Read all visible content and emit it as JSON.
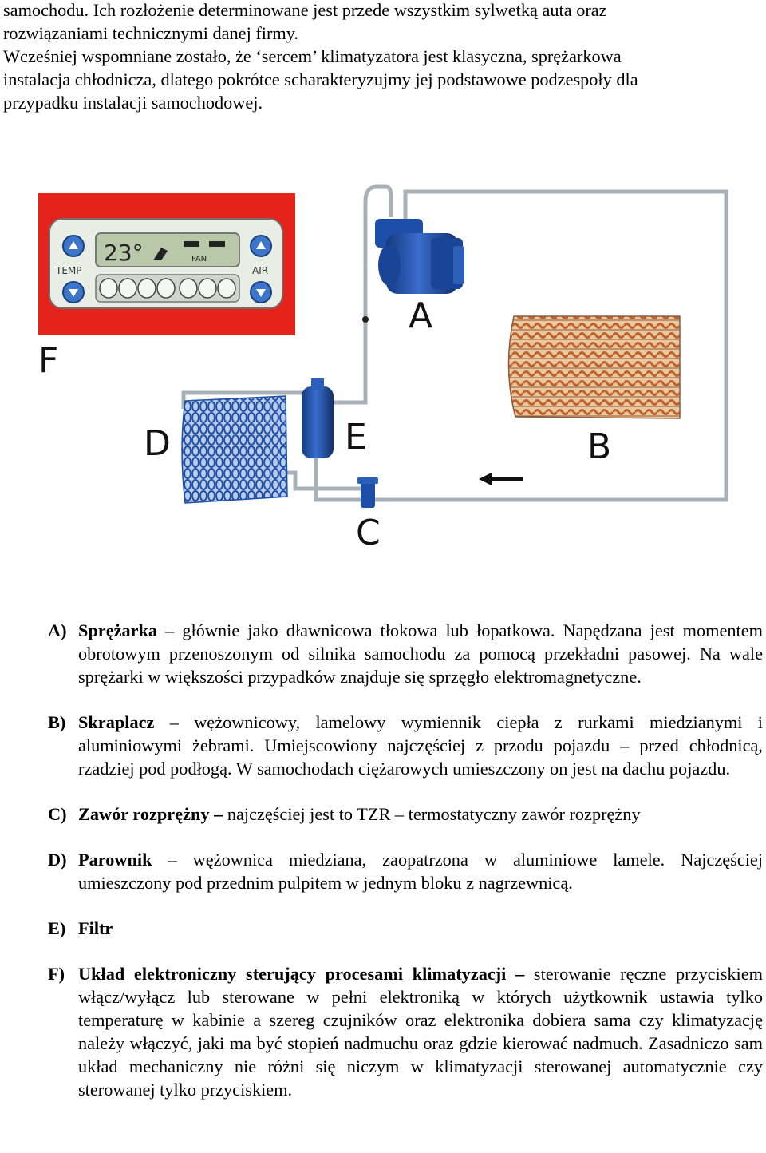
{
  "intro": {
    "lines": [
      "samochodu. Ich rozłożenie determinowane jest przede wszystkim sylwetką auta oraz",
      "rozwiązaniami technicznymi danej firmy.",
      "Wcześniej wspomniane zostało, że ‘sercem’ klimatyzatora jest klasyczna, sprężarkowa",
      "instalacja chłodnicza, dlatego pokrótce scharakteryzujmy jej podstawowe podzespoły dla",
      "przypadku instalacji samochodowej."
    ]
  },
  "figure": {
    "panel": {
      "display_temp": "23°",
      "fan_label": "FAN",
      "left_label": "TEMP",
      "right_label": "AIR"
    },
    "labels": {
      "A": "A",
      "B": "B",
      "C": "C",
      "D": "D",
      "E": "E",
      "F": "F"
    },
    "colors": {
      "panel_red": "#e5231b",
      "panel_face": "#e8eee6",
      "display": "#b8c8a8",
      "component_blue": "#1e4fa8",
      "pipe": "#a9b1b8"
    }
  },
  "legend": {
    "items": [
      {
        "label": "A)",
        "term": "Sprężarka",
        "text": " – głównie jako dławnicowa tłokowa lub łopatkowa. Napędzana jest momentem obrotowym przenoszonym od silnika samochodu za pomocą przekładni pasowej. Na wale sprężarki w większości przypadków znajduje się sprzęgło elektromagnetyczne."
      },
      {
        "label": "B)",
        "term": "Skraplacz",
        "text": " – wężownicowy, lamelowy wymiennik ciepła z rurkami miedzianymi i aluminiowymi żebrami. Umiejscowiony najczęściej z przodu pojazdu – przed chłodnicą, rzadziej pod podłogą. W samochodach ciężarowych umieszczony on jest na dachu pojazdu."
      },
      {
        "label": "C)",
        "term": "Zawór rozprężny –",
        "text": " najczęściej jest to TZR – termostatyczny zawór rozprężny"
      },
      {
        "label": "D)",
        "term": "Parownik",
        "text": " – wężownica miedziana, zaopatrzona w aluminiowe lamele. Najczęściej umieszczony pod przednim pulpitem w jednym bloku z nagrzewnicą."
      },
      {
        "label": "E)",
        "term": "Filtr",
        "text": ""
      },
      {
        "label": "F)",
        "term": "Układ elektroniczny sterujący procesami klimatyzacji –",
        "text": " sterowanie ręczne przyciskiem włącz/wyłącz lub sterowane w pełni elektroniką w których użytkownik ustawia tylko temperaturę w kabinie a szereg czujników oraz elektronika dobiera sama czy klimatyzację należy włączyć, jaki ma być stopień nadmuchu oraz gdzie kierować nadmuch. Zasadniczo sam układ mechaniczny nie różni się niczym w klimatyzacji sterowanej automatycznie czy sterowanej tylko przyciskiem."
      }
    ]
  }
}
